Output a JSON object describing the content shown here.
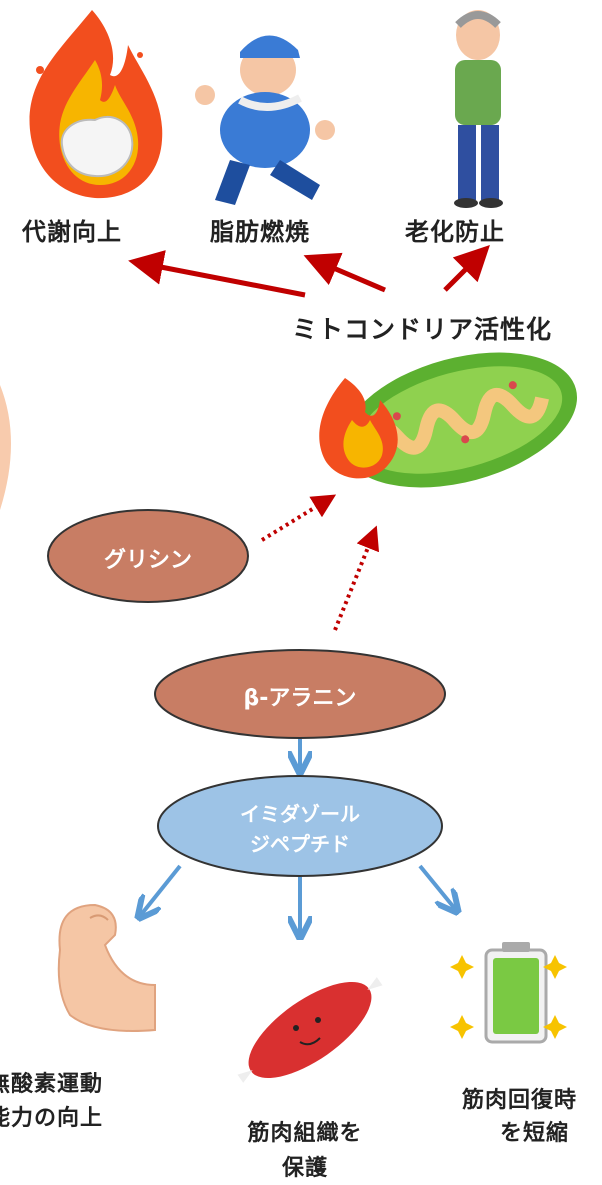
{
  "top_labels": {
    "metabolism": "代謝向上",
    "fat_burn": "脂肪燃焼",
    "anti_aging": "老化防止"
  },
  "mito_label": "ミトコンドリア活性化",
  "nodes": {
    "glycine": "グリシン",
    "beta_alanine": "β-アラニン",
    "imidazole_line1": "イミダゾール",
    "imidazole_line2": "ジペプチド"
  },
  "bottom_labels": {
    "anaerobic_line1": "無酸素運動",
    "anaerobic_line2": "能力の向上",
    "muscle_line1": "筋肉組織を",
    "muscle_line2": "保護",
    "recovery_line1": "筋肉回復時",
    "recovery_line2": "を短縮"
  },
  "colors": {
    "red_arrow": "#c00000",
    "blue_arrow": "#5b9bd5",
    "brown_ellipse": "#c87d64",
    "blue_ellipse": "#9dc3e6",
    "mito_green": "#5cb030"
  },
  "icons": [
    "fire-icon",
    "running-man-icon",
    "elderly-man-icon",
    "mitochondria-icon",
    "flexed-arm-icon",
    "muscle-icon",
    "battery-icon"
  ]
}
